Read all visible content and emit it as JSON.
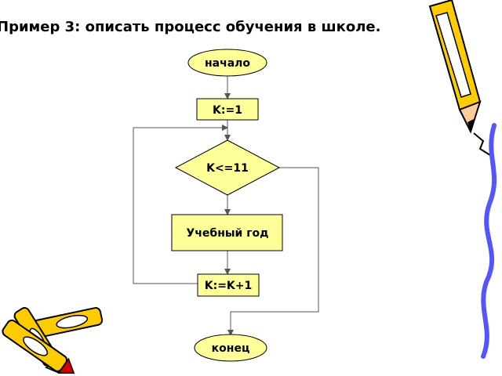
{
  "title": "Пример 3: описать процесс обучения в школе.",
  "flowchart": {
    "start": "начало",
    "init": "K:=1",
    "condition": "K<=11",
    "process": "Учебный год",
    "increment": "K:=K+1",
    "end": "конец"
  },
  "colors": {
    "block_fill": "#ffff99",
    "block_stroke": "#000000",
    "pencil_yellow": "#ffcc00",
    "pencil_blue": "#3333cc",
    "pencil_red": "#cc0000",
    "pencil_green": "#33aa33"
  }
}
